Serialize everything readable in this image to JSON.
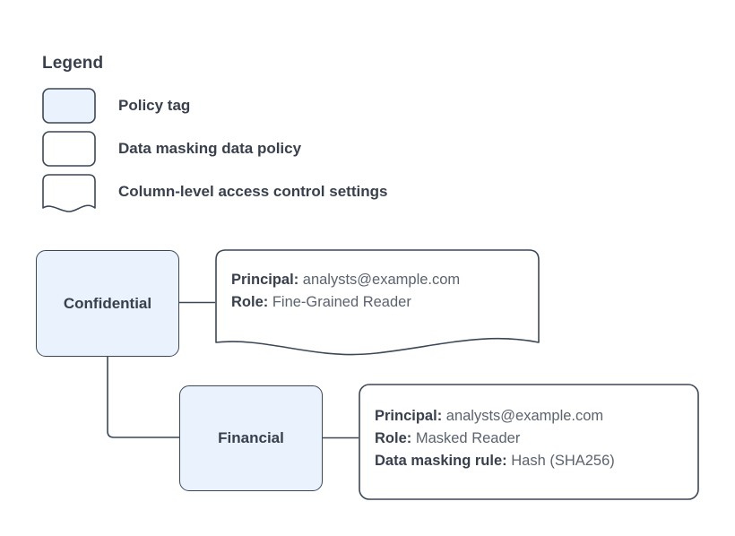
{
  "legend": {
    "title": "Legend",
    "items": [
      {
        "shape": "rounded-rect-filled",
        "label": "Policy tag"
      },
      {
        "shape": "rounded-rect",
        "label": "Data masking data policy"
      },
      {
        "shape": "wave-bottom-rect",
        "label": "Column-level access control settings"
      }
    ]
  },
  "diagram": {
    "nodes": [
      {
        "id": "confidential",
        "label": "Confidential"
      },
      {
        "id": "financial",
        "label": "Financial"
      }
    ],
    "callouts": [
      {
        "id": "confidential-policy",
        "shape": "wave-bottom-rect",
        "lines": [
          {
            "key": "Principal:",
            "value": " analysts@example.com"
          },
          {
            "key": "Role:",
            "value": " Fine-Grained Reader"
          }
        ]
      },
      {
        "id": "financial-policy",
        "shape": "rounded-rect",
        "lines": [
          {
            "key": "Principal:",
            "value": " analysts@example.com"
          },
          {
            "key": "Role:",
            "value": " Masked Reader"
          },
          {
            "key": "Data masking rule:",
            "value": " Hash (SHA256)"
          }
        ]
      }
    ],
    "edges": [
      {
        "from": "confidential",
        "to": "confidential-policy"
      },
      {
        "from": "confidential",
        "to": "financial"
      },
      {
        "from": "financial",
        "to": "financial-policy"
      }
    ]
  },
  "colors": {
    "tag_fill": "#eaf2fd",
    "stroke": "#3d4756",
    "text": "#39404d",
    "value_text": "#5b636e",
    "background": "#ffffff"
  }
}
